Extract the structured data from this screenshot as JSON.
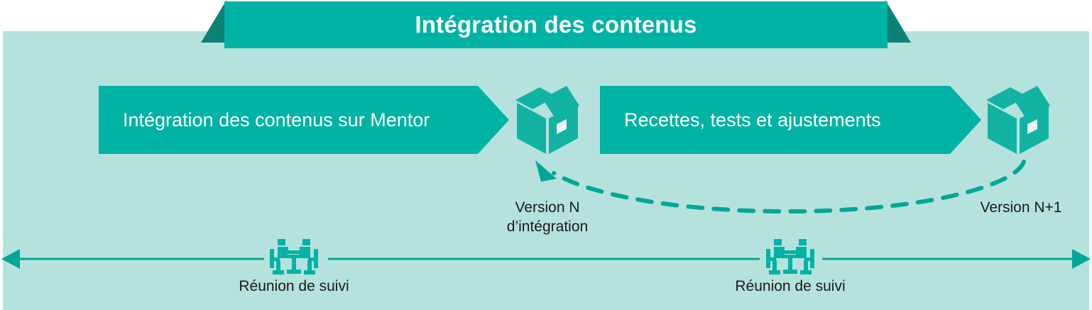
{
  "banner": {
    "title": "Intégration des contenus",
    "fold_color": "#0b8276",
    "band_color": "#00b3a4",
    "title_color": "#ffffff"
  },
  "theme": {
    "background": "#b6e2de",
    "accent": "#00b3a4",
    "accent_dark": "#0b8276",
    "text": "#1a1a1a"
  },
  "steps": [
    {
      "label": "Intégration des contenus sur Mentor",
      "icon": "package-box-icon"
    },
    {
      "label": "Recettes, tests et ajustements",
      "icon": "package-box-icon"
    }
  ],
  "milestones": [
    {
      "line1": "Version N",
      "line2": "d’intégration"
    },
    {
      "line1": "Version N+1",
      "line2": ""
    }
  ],
  "feedback": {
    "style": "dashed",
    "direction": "right-to-left",
    "from": "Version N+1",
    "to": "Version N"
  },
  "timeline": {
    "arrow_style": "double-headed",
    "meetings": [
      {
        "label": "Réunion de suivi",
        "icon": "meeting-people-table-icon"
      },
      {
        "label": "Réunion de suivi",
        "icon": "meeting-people-table-icon"
      }
    ]
  }
}
